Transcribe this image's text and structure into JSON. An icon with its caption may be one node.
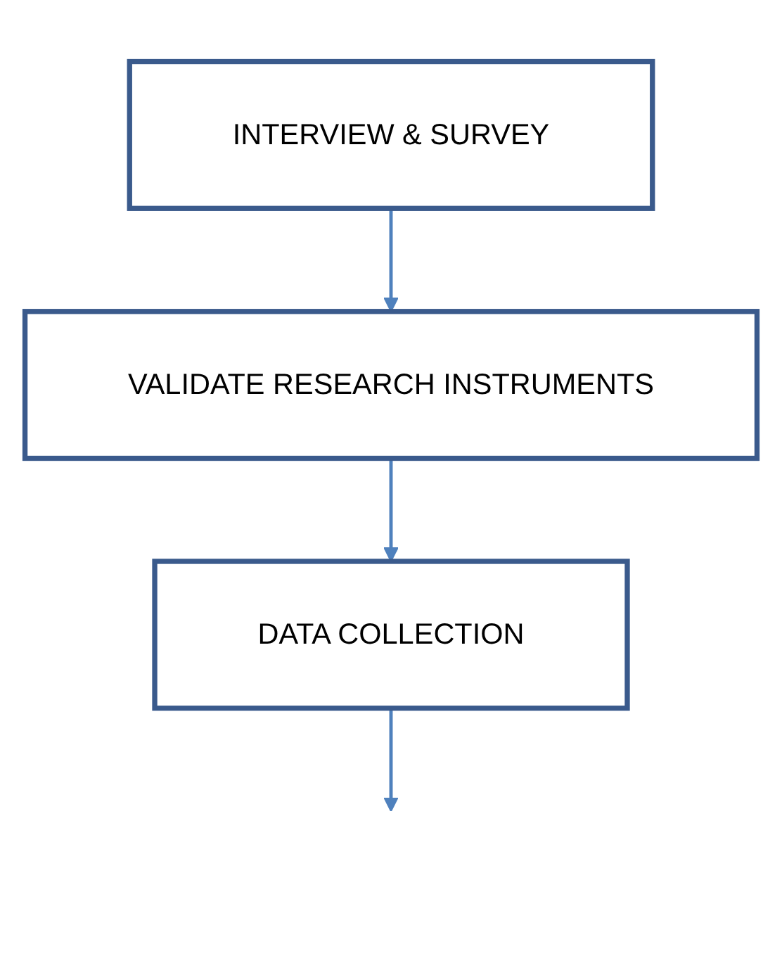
{
  "diagram": {
    "nodes": [
      {
        "text": [
          "INTERVIEW & SURVEY"
        ]
      },
      {
        "text": [
          "VALIDATE RESEARCH INSTRUMENTS"
        ]
      },
      {
        "text": [
          "DATA COLLECTION"
        ]
      }
    ],
    "edges": [
      {
        "from": 0,
        "to": 1,
        "arrow": "to"
      },
      {
        "from": 1,
        "to": 2,
        "arrow": "to"
      },
      {
        "from": 2,
        "to": null,
        "arrow": "to"
      }
    ]
  }
}
